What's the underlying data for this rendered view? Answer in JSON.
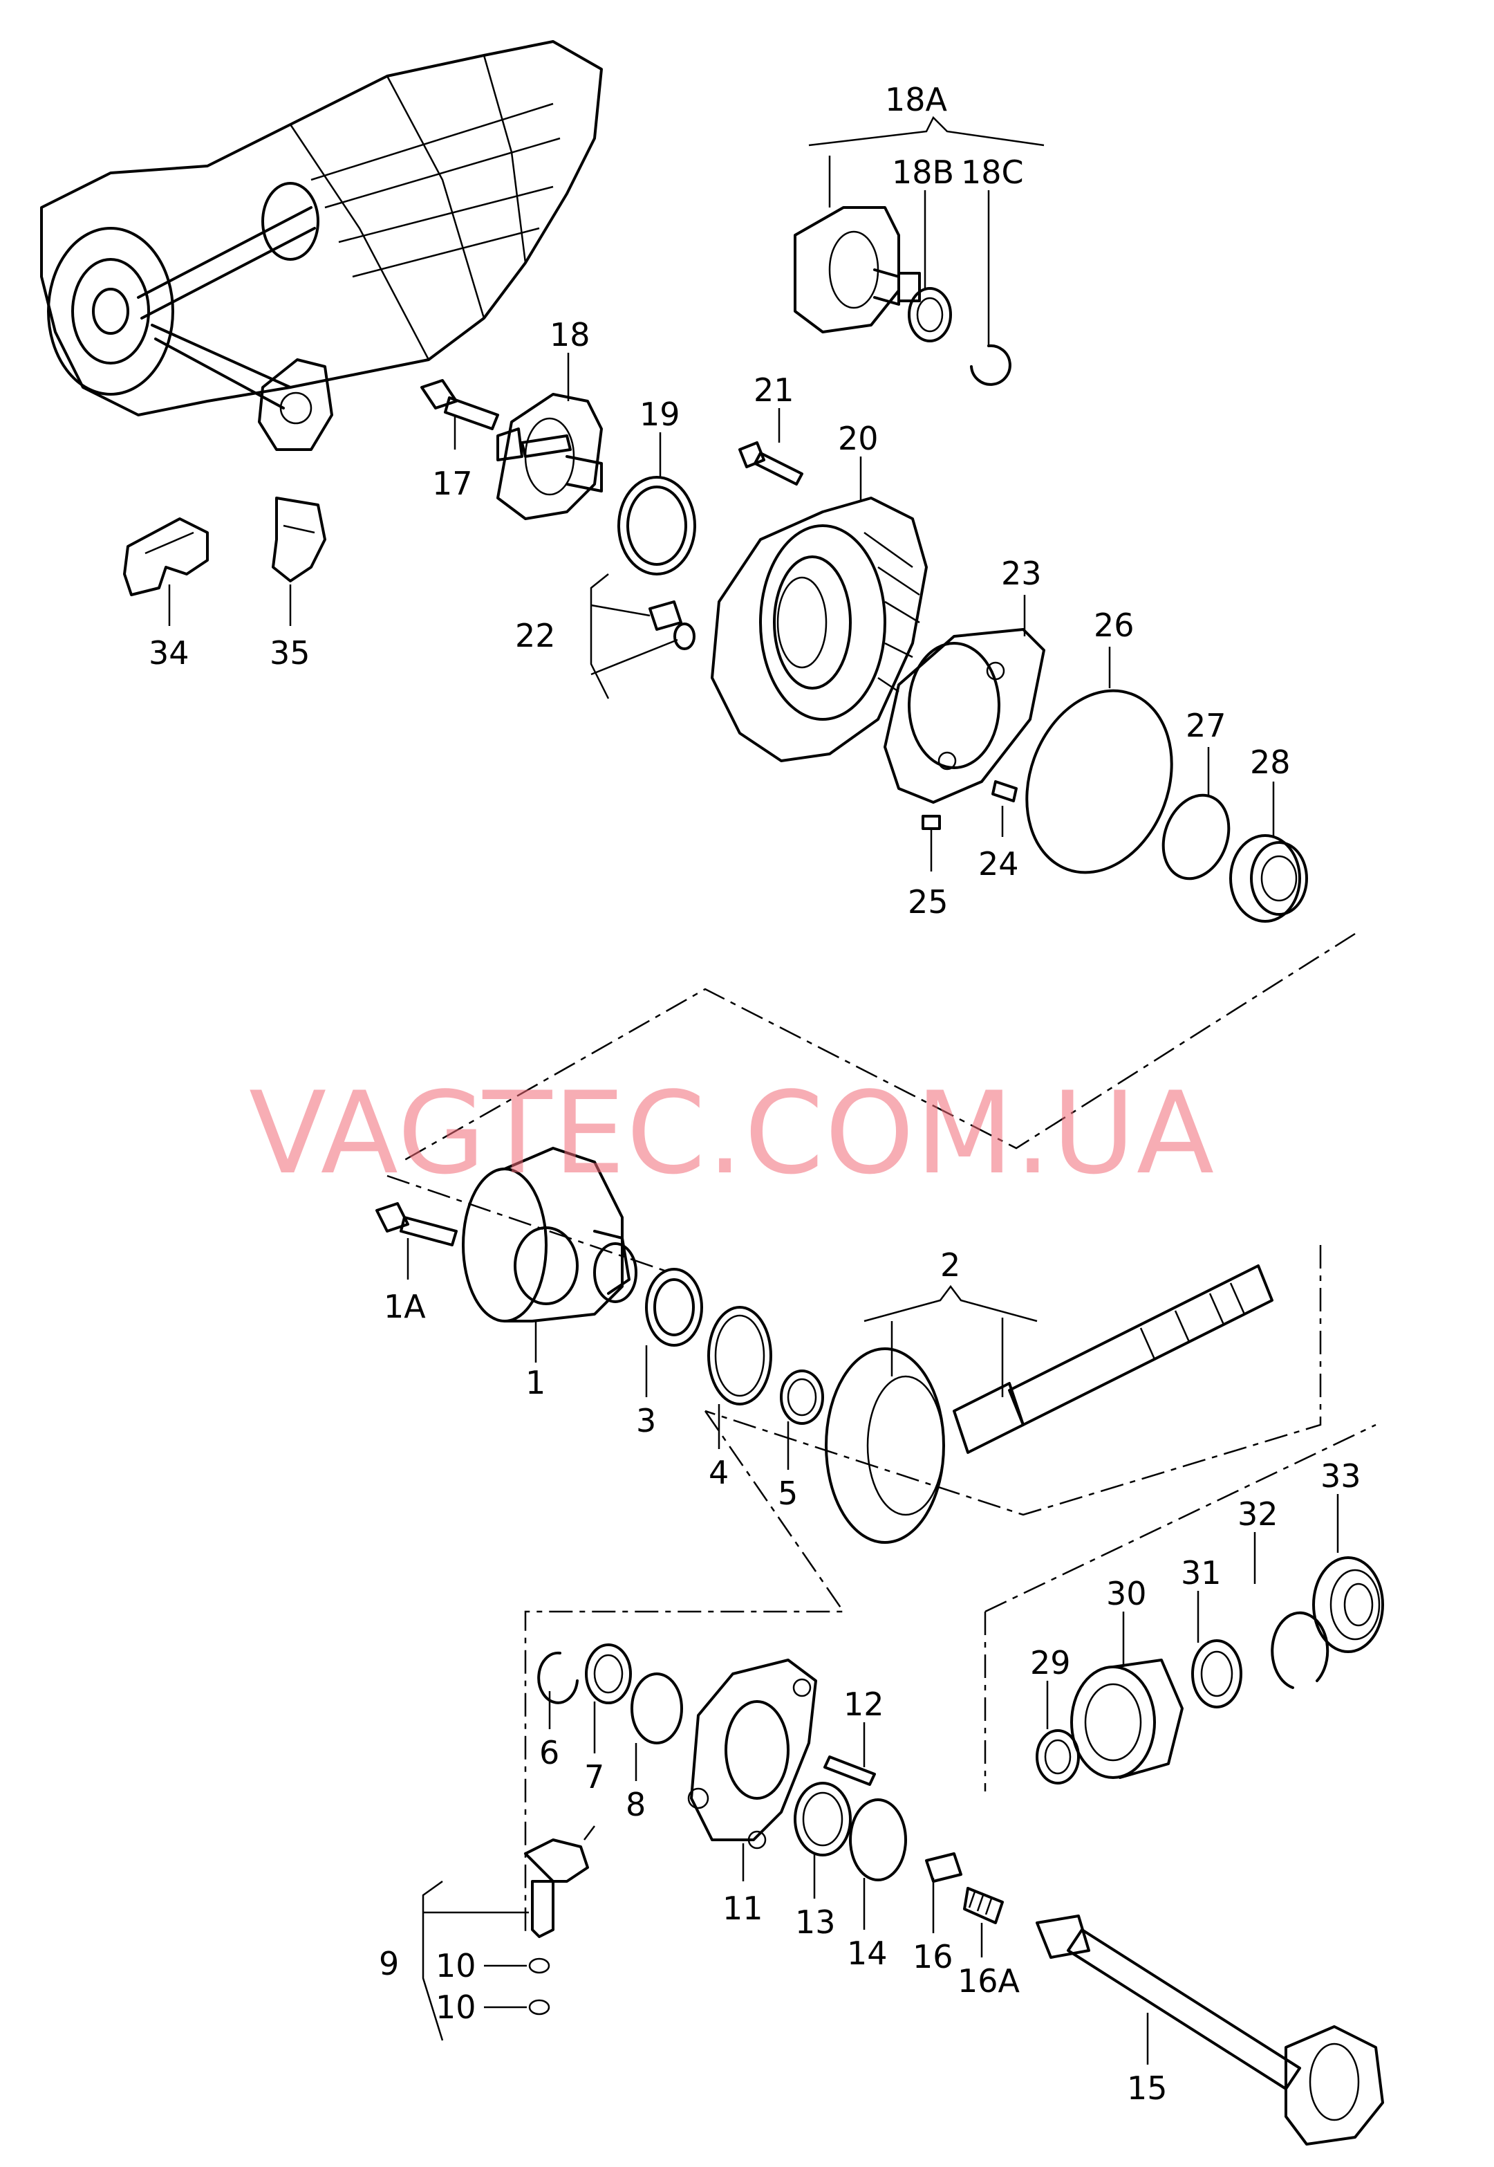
{
  "watermark": "VAGTEC.COM.UA",
  "labels": {
    "l18A": "18A",
    "l18B": "18B",
    "l18C": "18C",
    "l18": "18",
    "l17": "17",
    "l19": "19",
    "l20": "20",
    "l21": "21",
    "l22": "22",
    "l23": "23",
    "l24": "24",
    "l25": "25",
    "l26": "26",
    "l27": "27",
    "l28": "28",
    "l34": "34",
    "l35": "35",
    "l1A": "1A",
    "l1": "1",
    "l2": "2",
    "l3": "3",
    "l4": "4",
    "l5": "5",
    "l6": "6",
    "l7": "7",
    "l8": "8",
    "l9": "9",
    "l10a": "10",
    "l10b": "10",
    "l11": "11",
    "l12": "12",
    "l13": "13",
    "l14": "14",
    "l15": "15",
    "l16": "16",
    "l16A": "16A",
    "l29": "29",
    "l30": "30",
    "l31": "31",
    "l32": "32",
    "l33": "33"
  }
}
